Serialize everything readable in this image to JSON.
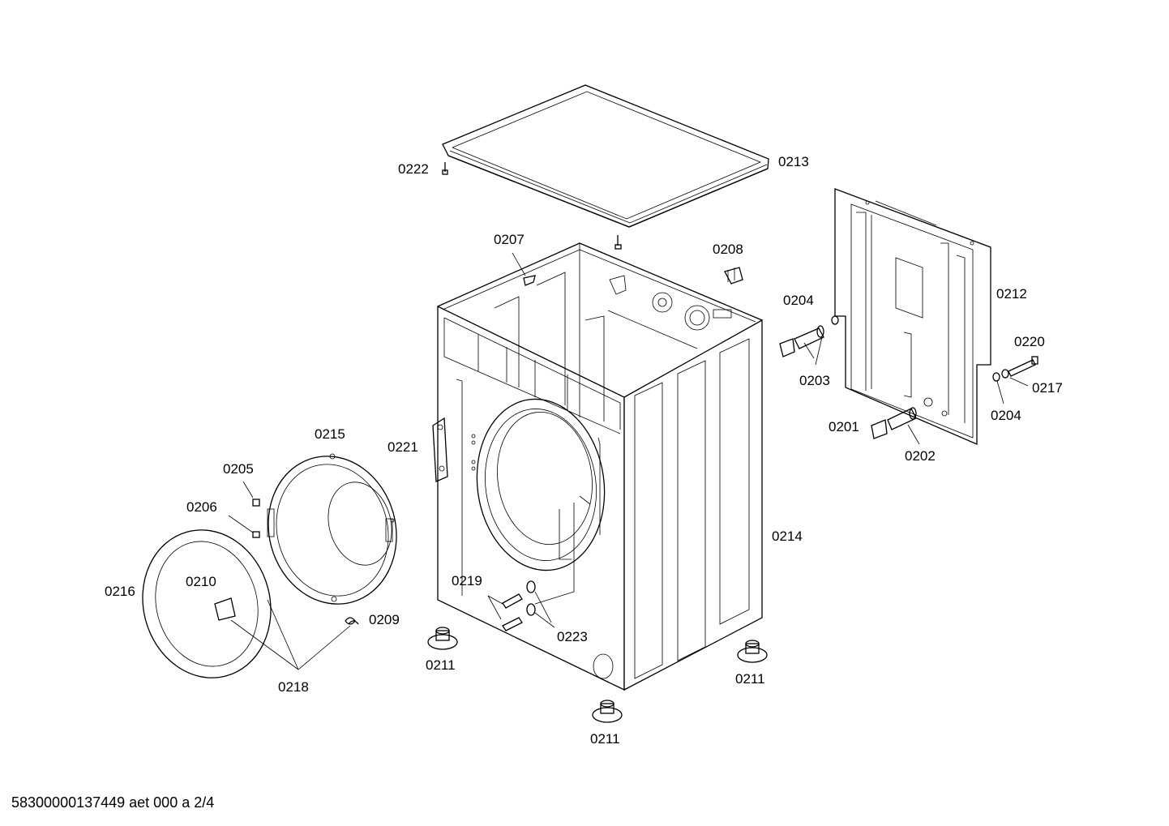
{
  "part_labels": {
    "p0222": "0222",
    "p0213": "0213",
    "p0207": "0207",
    "p0208": "0208",
    "p0212": "0212",
    "p0204a": "0204",
    "p0203": "0203",
    "p0220": "0220",
    "p0217": "0217",
    "p0204b": "0204",
    "p0201": "0201",
    "p0202": "0202",
    "p0215": "0215",
    "p0221": "0221",
    "p0205": "0205",
    "p0206": "0206",
    "p0214": "0214",
    "p0216": "0216",
    "p0210": "0210",
    "p0219": "0219",
    "p0209": "0209",
    "p0223": "0223",
    "p0211a": "0211",
    "p0218": "0218",
    "p0211b": "0211",
    "p0211c": "0211"
  },
  "footer": "58300000137449 aet 000 a 2/4"
}
